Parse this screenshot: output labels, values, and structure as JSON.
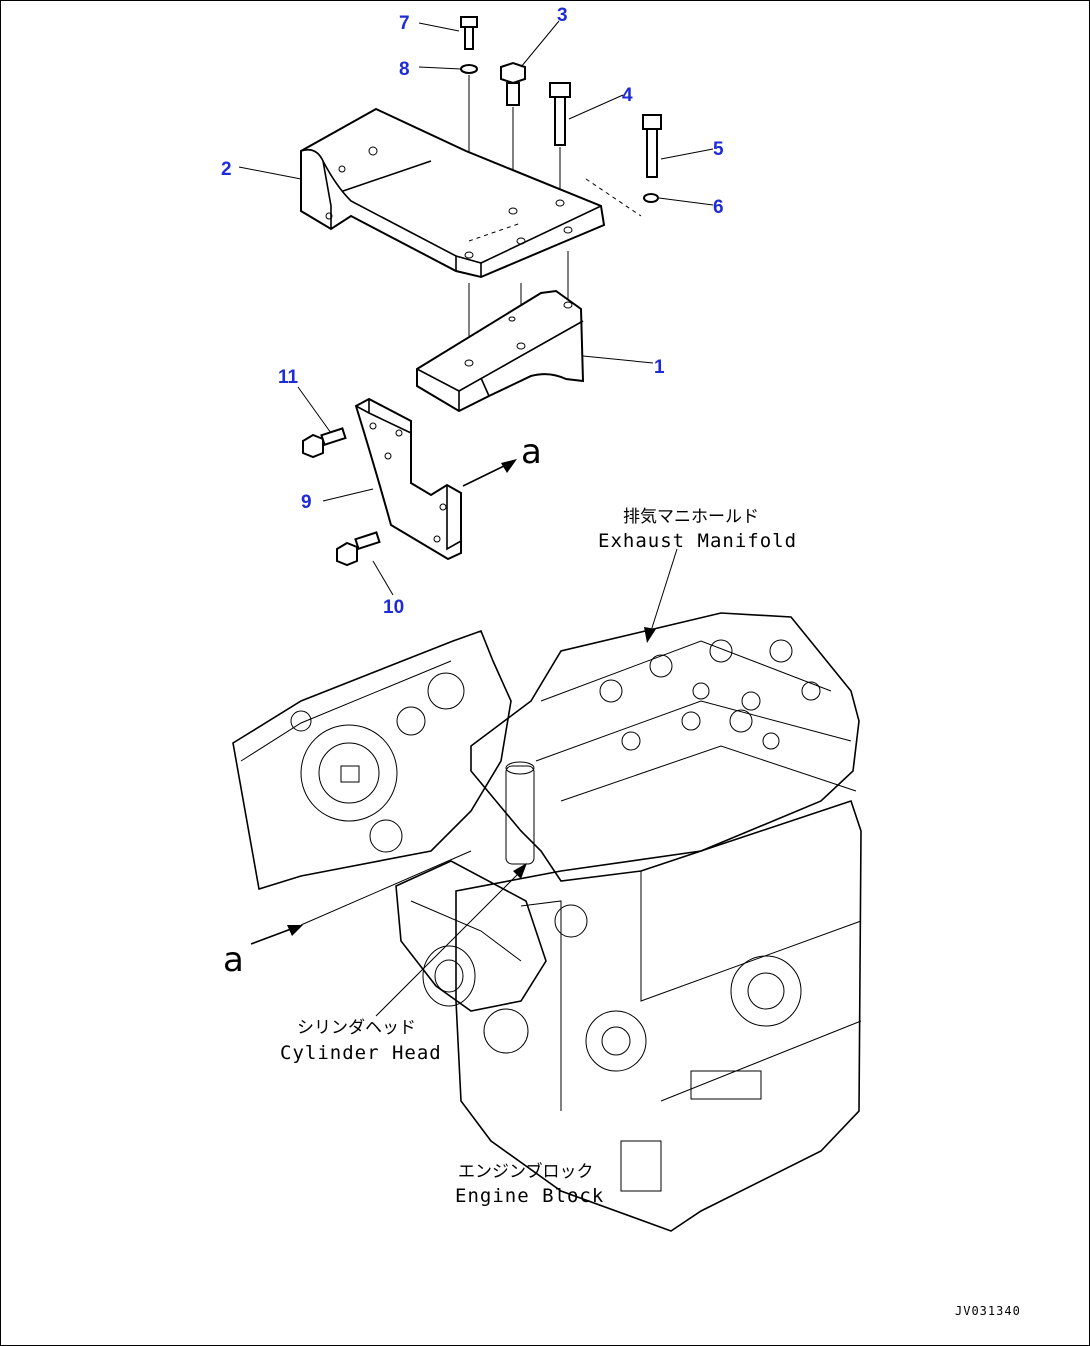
{
  "callouts": {
    "c1": "1",
    "c2": "2",
    "c3": "3",
    "c4": "4",
    "c5": "5",
    "c6": "6",
    "c7": "7",
    "c8": "8",
    "c9": "9",
    "c10": "10",
    "c11": "11"
  },
  "view_marker": "a",
  "labels": {
    "exhaust_manifold_jp": "排気マニホールド",
    "exhaust_manifold_en": "Exhaust Manifold",
    "cylinder_head_jp": "シリンダヘッド",
    "cylinder_head_en": "Cylinder Head",
    "engine_block_jp": "エンジンブロック",
    "engine_block_en": "Engine Block"
  },
  "drawing_code": "JV031340",
  "colors": {
    "callout": "#1e2bd6",
    "line": "#000000"
  }
}
